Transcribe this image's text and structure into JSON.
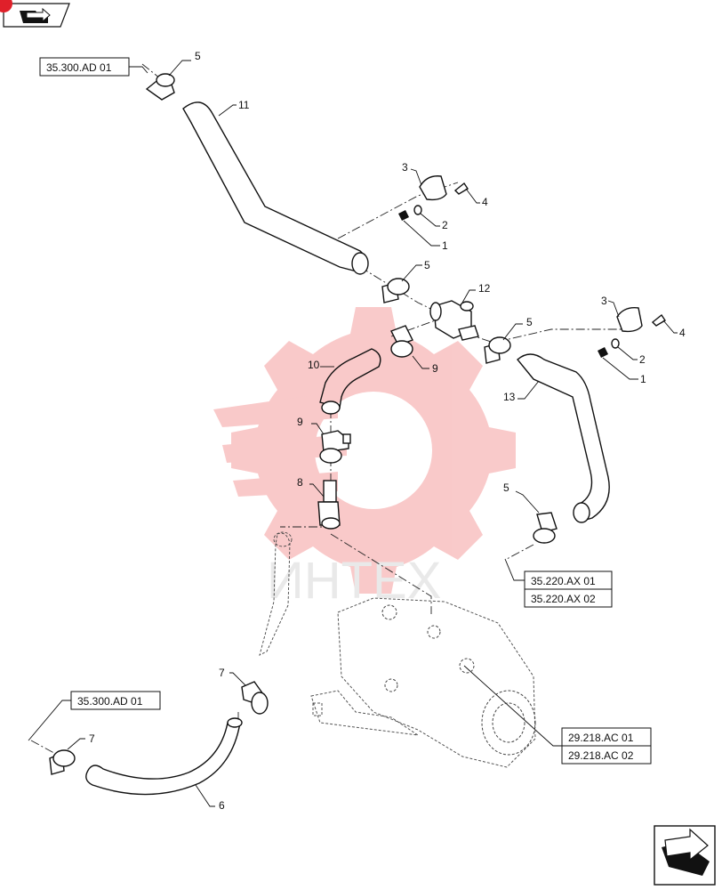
{
  "watermark": {
    "text": "ИНТЕХ",
    "color": "#f5a0a0"
  },
  "nav": {
    "top_icon": "book-arrow-icon",
    "bottom_icon": "next-page-arrow-icon"
  },
  "refs": {
    "r1": "35.300.AD 01",
    "r2": "35.300.AD 01",
    "r3a": "35.220.AX 01",
    "r3b": "35.220.AX 02",
    "r4a": "29.218.AC 01",
    "r4b": "29.218.AC 02"
  },
  "callouts": {
    "c5_top": "5",
    "c11": "11",
    "c3_upper": "3",
    "c4_upper": "4",
    "c2_upper": "2",
    "c1_upper": "1",
    "c5_mid": "5",
    "c12": "12",
    "c3_right": "3",
    "c4_right": "4",
    "c5_right": "5",
    "c10": "10",
    "c9_mid": "9",
    "c2_right": "2",
    "c1_right": "1",
    "c13": "13",
    "c9_lower": "9",
    "c8": "8",
    "c5_lower": "5",
    "c7_upper": "7",
    "c7_lower": "7",
    "c6": "6"
  }
}
